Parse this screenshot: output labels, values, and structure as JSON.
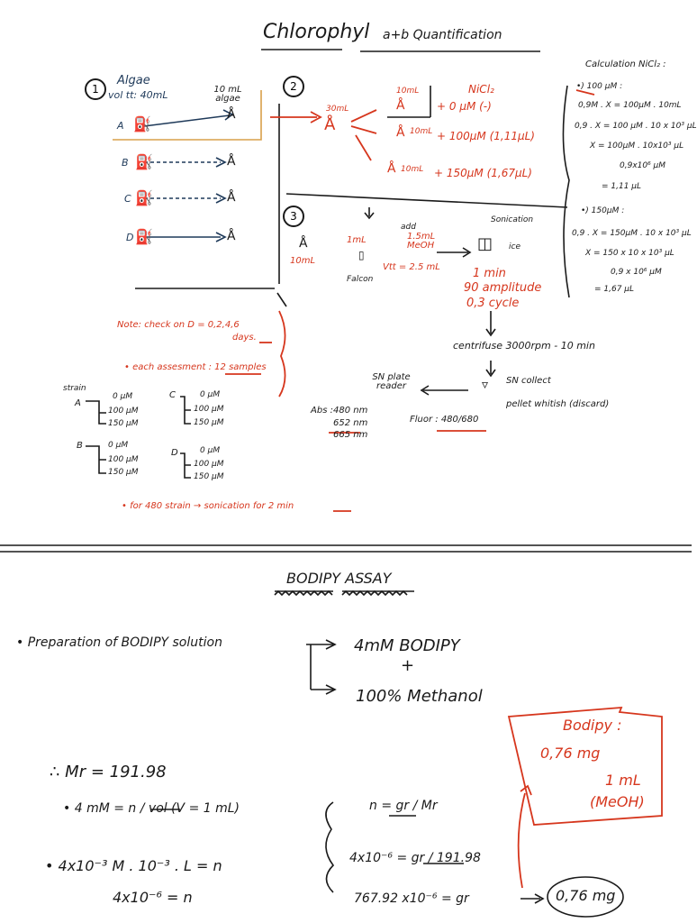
{
  "chlorophyll": {
    "title": "Chlorophyl",
    "subtitle": "a+b Quantification",
    "step1": {
      "num": "1",
      "algae": "Algae",
      "vol": "vol tt: 40mL",
      "ten_ml_algae": "10 mL algae",
      "rows": [
        "A",
        "B",
        "C",
        "D"
      ]
    },
    "step2": {
      "num": "2",
      "thirty_ml": "30mL",
      "nicl2": "NiCl₂",
      "ten_ml": "10mL",
      "lines": [
        "+ 0 μM   (-)",
        "+ 100μM   (1,11μL)",
        "+ 150μM (1,67μL)"
      ],
      "label_10ml_2": "10mL",
      "label_10ml_3": "10mL"
    },
    "step3": {
      "num": "3",
      "ten_ml": "10mL",
      "one_ml": "1mL",
      "add": "add",
      "meoh": "1.5mL MeOH",
      "vtt": "Vtt = 2.5 mL",
      "falcon": "Falcon",
      "sonication": "Sonication",
      "ice": "ice",
      "sonic_params": [
        "1 min",
        "90 amplitude",
        "0,3 cycle"
      ],
      "centrifuge": "centrifuse 3000rpm - 10 min",
      "sn_collect": "SN collect",
      "pellet": "pellet whitish (discard)",
      "reader": "SN plate reader",
      "abs_label": "Abs :",
      "abs_values": [
        "480 nm",
        "652 nm",
        "665 nm"
      ],
      "fluor": "Fluor : 480/680"
    },
    "calc": {
      "header": "Calculation NiCl₂ :",
      "a_label": "•) 100 μM :",
      "a_lines": [
        "0,9M . X = 100μM . 10mL",
        "0,9 . X = 100 μM . 10 x 10³ μL",
        "X = 100μM . 10x10³ μL",
        "0,9x10⁶ μM",
        "= 1,11 μL"
      ],
      "b_label": "•) 150μM :",
      "b_lines": [
        "0,9 . X = 150μM . 10 x 10³ μL",
        "X = 150 x 10 x 10³ μL",
        "0,9 x 10⁶ μM",
        "= 1,67 μL"
      ]
    },
    "notes": {
      "note1": "Note: check on D = 0,2,4,6",
      "note1b": "days.",
      "note2": "• each assesment : 12 samples",
      "strain_label": "strain",
      "strains": [
        {
          "name": "A",
          "items": [
            "0 μM",
            "100 μM",
            "150 μM"
          ]
        },
        {
          "name": "C",
          "items": [
            "0 μM",
            "100 μM",
            "150 μM"
          ]
        },
        {
          "name": "B",
          "items": [
            "0 μM",
            "100 μM",
            "150 μM"
          ]
        },
        {
          "name": "D",
          "items": [
            "0 μM",
            "100 μM",
            "150 μM"
          ]
        }
      ],
      "note3": "• for 480 strain → sonication for 2 min"
    }
  },
  "bodipy": {
    "title": "BODIPY  ASSAY",
    "prep": "• Preparation of BODIPY solution",
    "four_mm": "4mM BODIPY",
    "plus": "+",
    "methanol": "100% Methanol",
    "box_title": "Bodipy :",
    "box_mass": "0,76 mg",
    "box_vol": "1 mL",
    "box_solvent": "(MeOH)",
    "calc_left": [
      "∴ Mr = 191.98",
      "• 4 mM = n / vol (V = 1 mL)",
      "• 4x10⁻³ M . 10⁻³ . L = n",
      "4x10⁻⁶ = n"
    ],
    "calc_right": [
      "n = gr / Mr",
      "4x10⁻⁶ = gr / 191.98",
      "767.92 x10⁻⁶ = gr"
    ],
    "result": "0,76 mg"
  }
}
